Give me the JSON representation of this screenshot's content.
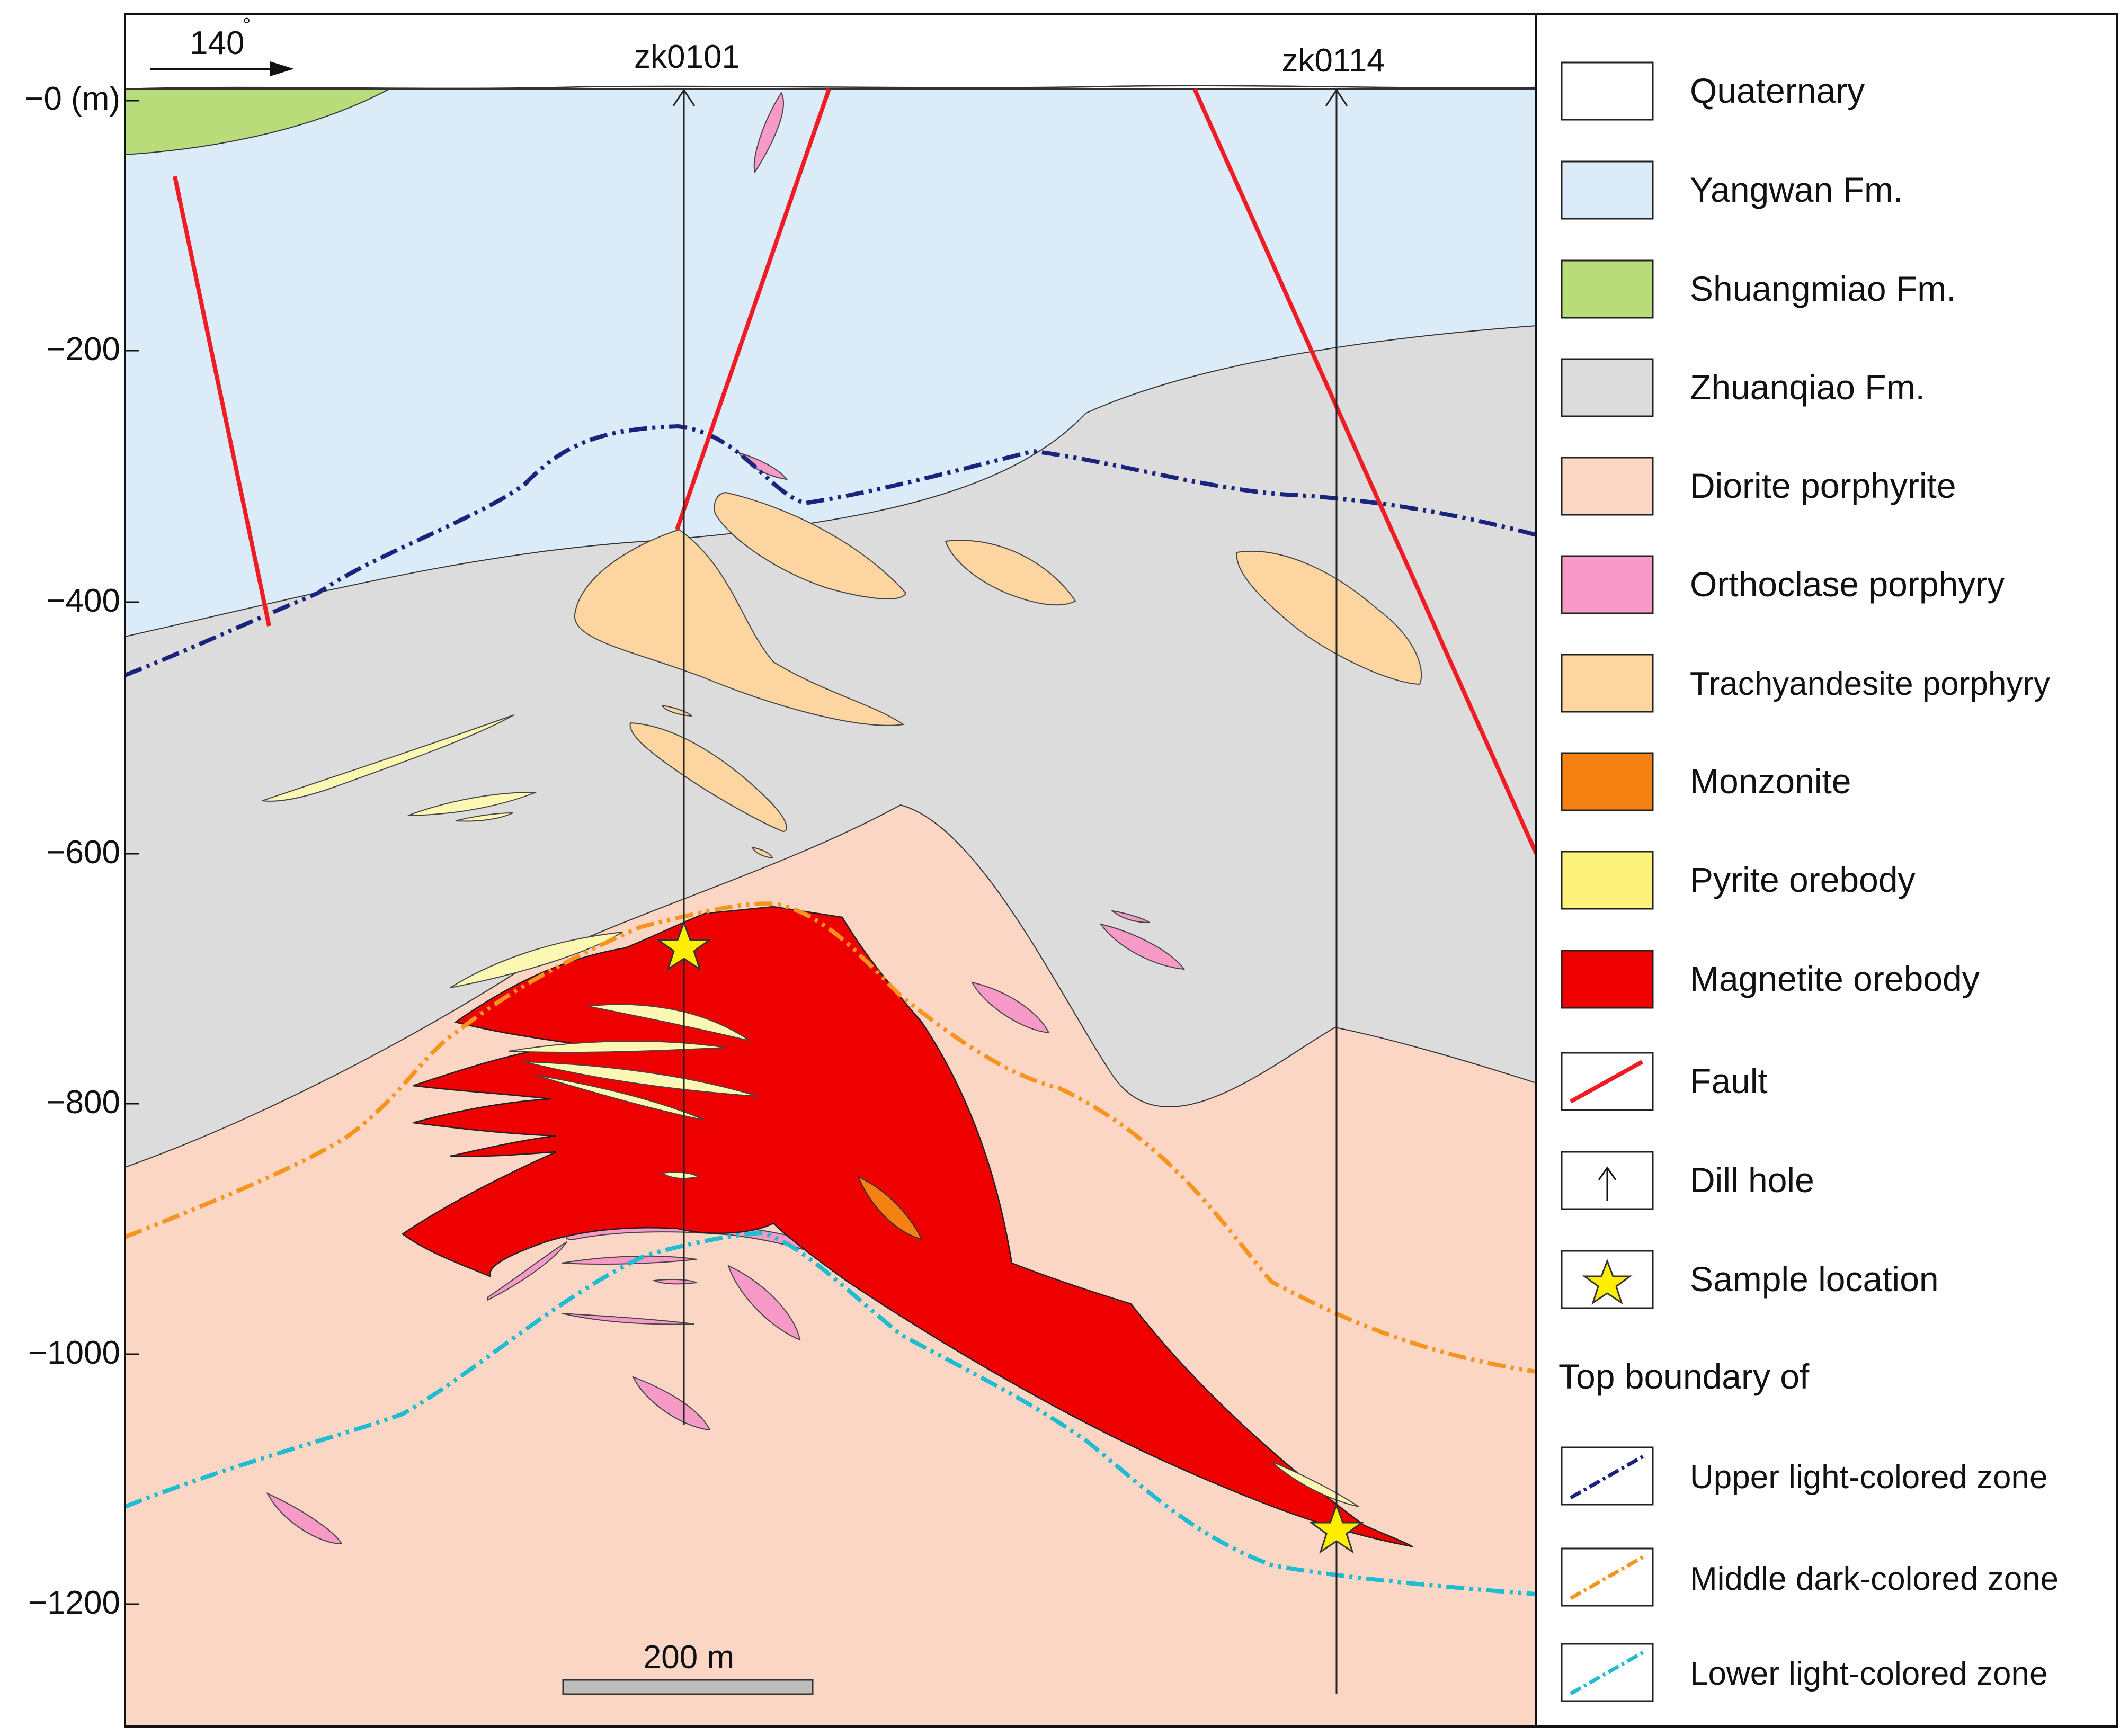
{
  "direction": {
    "label": "140",
    "degree_mark": "°"
  },
  "drill_holes": [
    "zk0101",
    "zk0114"
  ],
  "depth_axis": {
    "labels": [
      "−0 (m)",
      "−200",
      "−400",
      "−600",
      "−800",
      "−1000",
      "−1200"
    ]
  },
  "scale_bar": {
    "label": "200 m"
  },
  "legend": {
    "items": [
      {
        "label": "Quaternary",
        "color": "#ffffff"
      },
      {
        "label": "Yangwan Fm.",
        "color": "#dcebf8"
      },
      {
        "label": "Shuangmiao Fm.",
        "color": "#b9dc7a"
      },
      {
        "label": "Zhuanqiao Fm.",
        "color": "#dcdcdc"
      },
      {
        "label": "Diorite porphyrite",
        "color": "#fbd6c4"
      },
      {
        "label": "Orthoclase porphyry",
        "color": "#f79ac8"
      },
      {
        "label": "Trachyandesite porphyry",
        "color": "#fdd5a0"
      },
      {
        "label": "Monzonite",
        "color": "#f48111"
      },
      {
        "label": "Pyrite orebody",
        "color": "#fdf37c"
      },
      {
        "label": "Magnetite orebody",
        "color": "#ee0000"
      },
      {
        "label": "Fault",
        "color": "#ee1c24",
        "icon": "fault-line-icon"
      },
      {
        "label": "Dill hole",
        "icon": "arrow-up-icon"
      },
      {
        "label": "Sample location",
        "color": "#ffee00",
        "icon": "star-icon"
      }
    ],
    "boundary_heading": "Top boundary of",
    "boundaries": [
      {
        "label": "Upper light-colored zone",
        "color": "#1a237e"
      },
      {
        "label": "Middle dark-colored zone",
        "color": "#f7941d"
      },
      {
        "label": "Lower light-colored zone",
        "color": "#1fbcd2"
      }
    ]
  }
}
